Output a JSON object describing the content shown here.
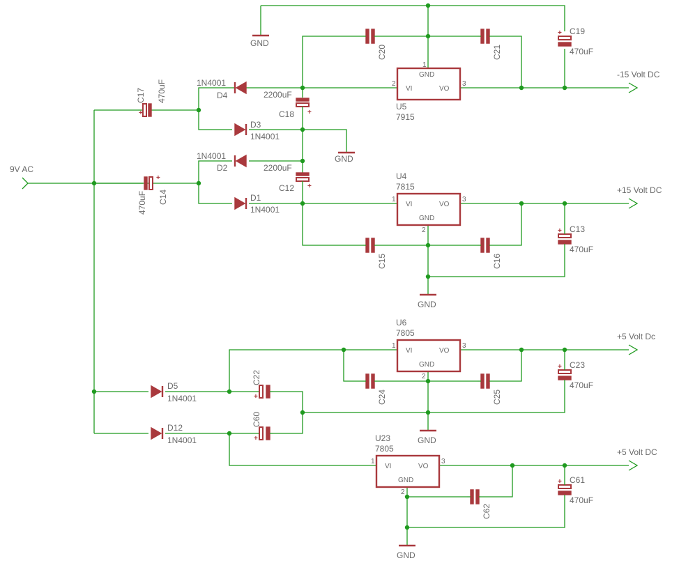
{
  "input": {
    "label": "9V AC"
  },
  "outputs": {
    "neg15": "-15 Volt DC",
    "pos15": "+15 Volt DC",
    "pos5a": "+5 Volt Dc",
    "pos5b": "+5 Volt DC"
  },
  "gnd": "GND",
  "regulators": {
    "u5": {
      "ref": "U5",
      "value": "7915",
      "pin_in": "VI",
      "pin_out": "VO",
      "pin_gnd": "GND",
      "n_in": "2",
      "n_gnd": "1",
      "n_out": "3"
    },
    "u4": {
      "ref": "U4",
      "value": "7815",
      "pin_in": "VI",
      "pin_out": "VO",
      "pin_gnd": "GND",
      "n_in": "1",
      "n_gnd": "2",
      "n_out": "3"
    },
    "u6": {
      "ref": "U6",
      "value": "7805",
      "pin_in": "VI",
      "pin_out": "VO",
      "pin_gnd": "GND",
      "n_in": "1",
      "n_gnd": "2",
      "n_out": "3"
    },
    "u23": {
      "ref": "U23",
      "value": "7805",
      "pin_in": "VI",
      "pin_out": "VO",
      "pin_gnd": "GND",
      "n_in": "1",
      "n_gnd": "2",
      "n_out": "3"
    }
  },
  "diodes": {
    "d1": {
      "ref": "D1",
      "value": "1N4001"
    },
    "d2": {
      "ref": "D2",
      "value": "1N4001"
    },
    "d3": {
      "ref": "D3",
      "value": "1N4001"
    },
    "d4": {
      "ref": "D4",
      "value": "1N4001"
    },
    "d5": {
      "ref": "D5",
      "value": "1N4001"
    },
    "d12": {
      "ref": "D12",
      "value": "1N4001"
    }
  },
  "capacitors": {
    "c12": {
      "ref": "C12",
      "value": "2200uF"
    },
    "c13": {
      "ref": "C13",
      "value": "470uF"
    },
    "c14": {
      "ref": "C14",
      "value": "470uF"
    },
    "c15": {
      "ref": "C15"
    },
    "c16": {
      "ref": "C16"
    },
    "c17": {
      "ref": "C17",
      "value": "470uF"
    },
    "c18": {
      "ref": "C18",
      "value": "2200uF"
    },
    "c19": {
      "ref": "C19",
      "value": "470uF"
    },
    "c20": {
      "ref": "C20"
    },
    "c21": {
      "ref": "C21"
    },
    "c22": {
      "ref": "C22"
    },
    "c23": {
      "ref": "C23",
      "value": "470uF"
    },
    "c24": {
      "ref": "C24"
    },
    "c25": {
      "ref": "C25"
    },
    "c60": {
      "ref": "C60"
    },
    "c61": {
      "ref": "C61",
      "value": "470uF"
    },
    "c62": {
      "ref": "C62"
    }
  },
  "polarity_mark": "+"
}
